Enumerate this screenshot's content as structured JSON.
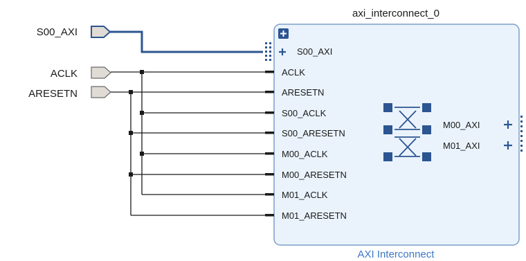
{
  "block": {
    "instance_name": "axi_interconnect_0",
    "ip_name": "AXI Interconnect",
    "colors": {
      "body_fill": "#eaf3fc",
      "body_stroke": "#7d9fc9",
      "icon_fill": "#2c5591",
      "bus_wire": "#2c5591",
      "net_wire": "#1a1a1a",
      "port_fill": "#e0dbd5"
    },
    "slave_interface": {
      "label": "S00_AXI",
      "icon": "plus-icon"
    },
    "input_pins": [
      "ACLK",
      "ARESETN",
      "S00_ACLK",
      "S00_ARESETN",
      "M00_ACLK",
      "M00_ARESETN",
      "M01_ACLK",
      "M01_ARESETN"
    ],
    "master_interfaces": [
      {
        "label": "M00_AXI",
        "icon": "plus-icon"
      },
      {
        "label": "M01_AXI",
        "icon": "plus-icon"
      }
    ],
    "expand_icon": "expand-plus-icon",
    "crossbar_icon": "crossbar-icon"
  },
  "external_ports": [
    {
      "label": "S00_AXI",
      "kind": "bus-interface-port"
    },
    {
      "label": "ACLK",
      "kind": "clock-port"
    },
    {
      "label": "ARESETN",
      "kind": "reset-port"
    }
  ]
}
